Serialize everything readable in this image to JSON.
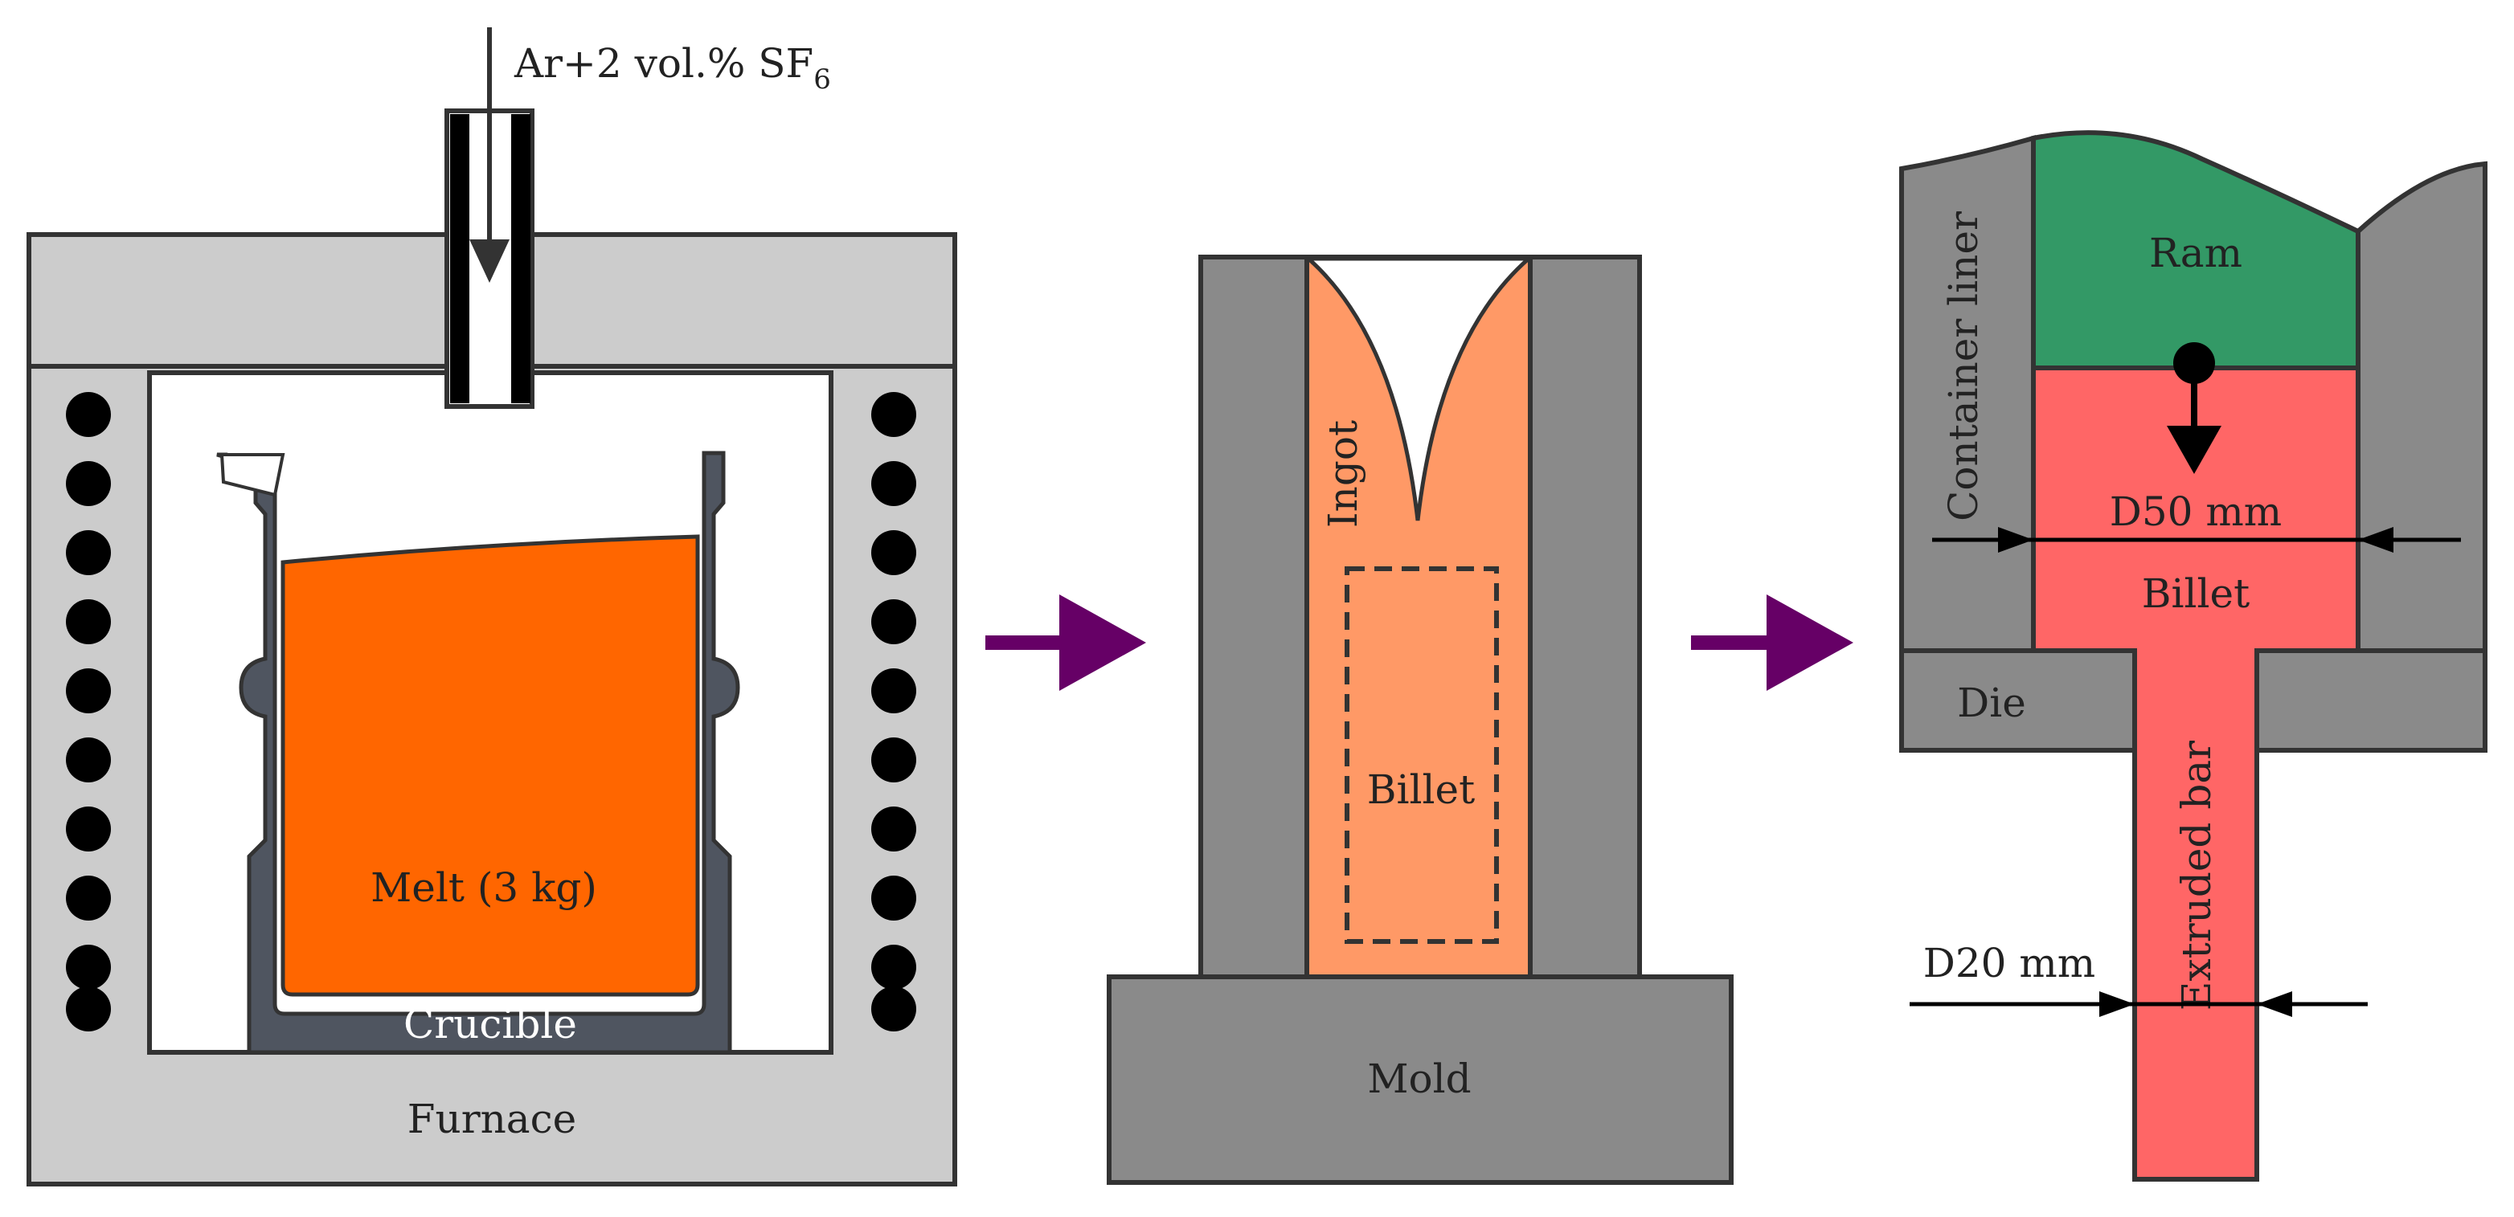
{
  "colors": {
    "furnace_grey": "#cccccc",
    "dark_grey": "#8a8a8a",
    "crucible_slate": "#4f5560",
    "melt_orange": "#ff6600",
    "ingot_salmon": "#ff9966",
    "ram_green": "#339966",
    "billet_red": "#ff6666",
    "arrow_purple": "#660066",
    "outline": "#333333"
  },
  "furnace_stage": {
    "gas_label_main": "Ar+2 vol.% SF",
    "gas_label_sub": "6",
    "melt_label": "Melt (3 kg)",
    "crucible_label": "Crucible",
    "furnace_label": "Furnace"
  },
  "casting_stage": {
    "ingot_label": "Ingot",
    "billet_label": "Billet",
    "mold_label": "Mold"
  },
  "extrusion_stage": {
    "ram_label": "Ram",
    "container_label": "Container liner",
    "billet_diameter_label": "D50 mm",
    "billet_label": "Billet",
    "die_label": "Die",
    "extruded_label": "Extruded bar",
    "bar_diameter_label": "D20 mm"
  },
  "icons": {
    "flow_arrow": "right-arrow-icon",
    "ram_direction": "down-arrow-icon",
    "heating_coil": "coil-dot-icon"
  }
}
